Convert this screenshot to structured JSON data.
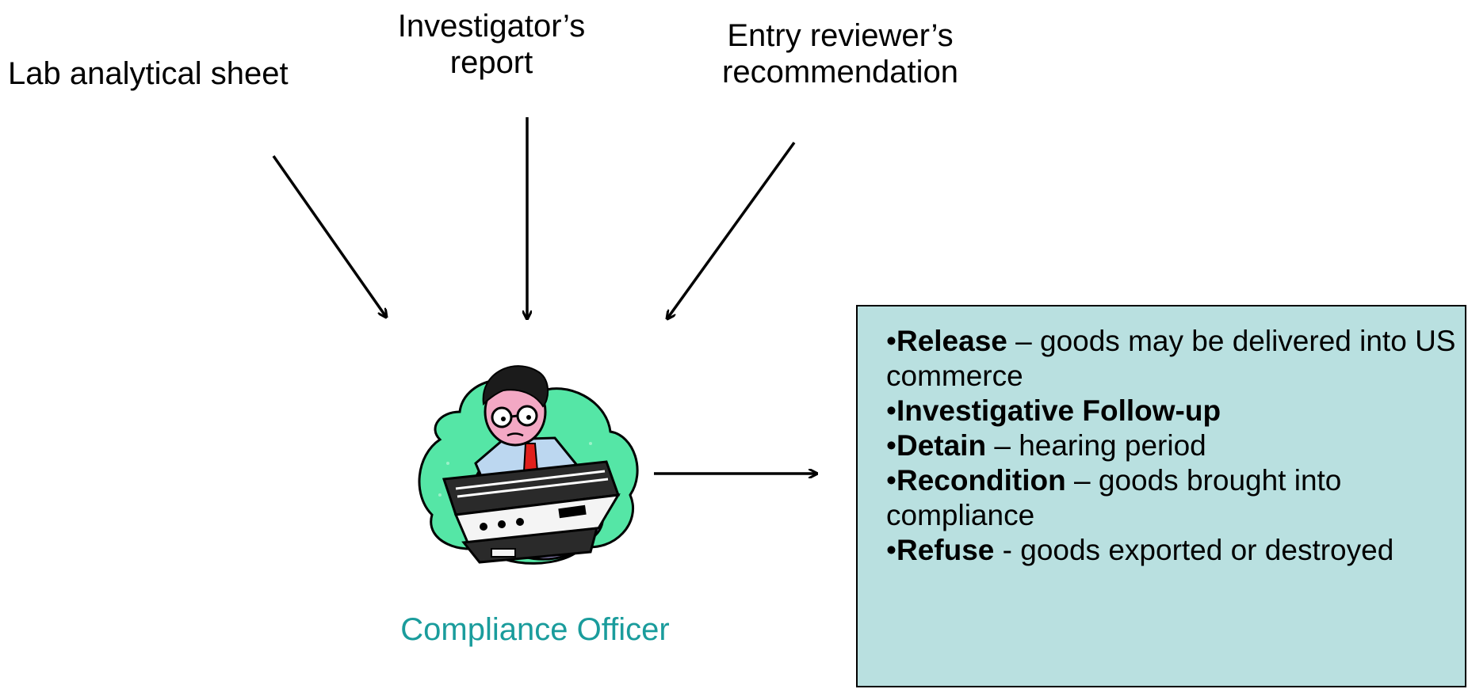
{
  "inputs": {
    "lab": "Lab analytical sheet",
    "investigator_line1": "Investigator’s",
    "investigator_line2": "report",
    "entry_line1": "Entry reviewer’s",
    "entry_line2": "recommendation"
  },
  "officer": {
    "caption": "Compliance Officer",
    "icon": "person-at-desk-clipart"
  },
  "outcomes": [
    {
      "bullet": "•",
      "term": "Release",
      "sep": " – ",
      "desc": "goods may be delivered into US commerce"
    },
    {
      "bullet": "•",
      "term": "Investigative Follow-up",
      "sep": "",
      "desc": ""
    },
    {
      "bullet": "•",
      "term": "Detain",
      "sep": " – ",
      "desc": "hearing period"
    },
    {
      "bullet": "•",
      "term": "Recondition",
      "sep": " – ",
      "desc": "goods brought into compliance"
    },
    {
      "bullet": "•",
      "term": "Refuse",
      "sep": " - ",
      "desc": "goods exported or destroyed"
    }
  ],
  "colors": {
    "caption": "#1a9c9c",
    "box_fill": "#b9e0e0",
    "blob": "#55e6a6",
    "desk": "#b6a9ee"
  }
}
